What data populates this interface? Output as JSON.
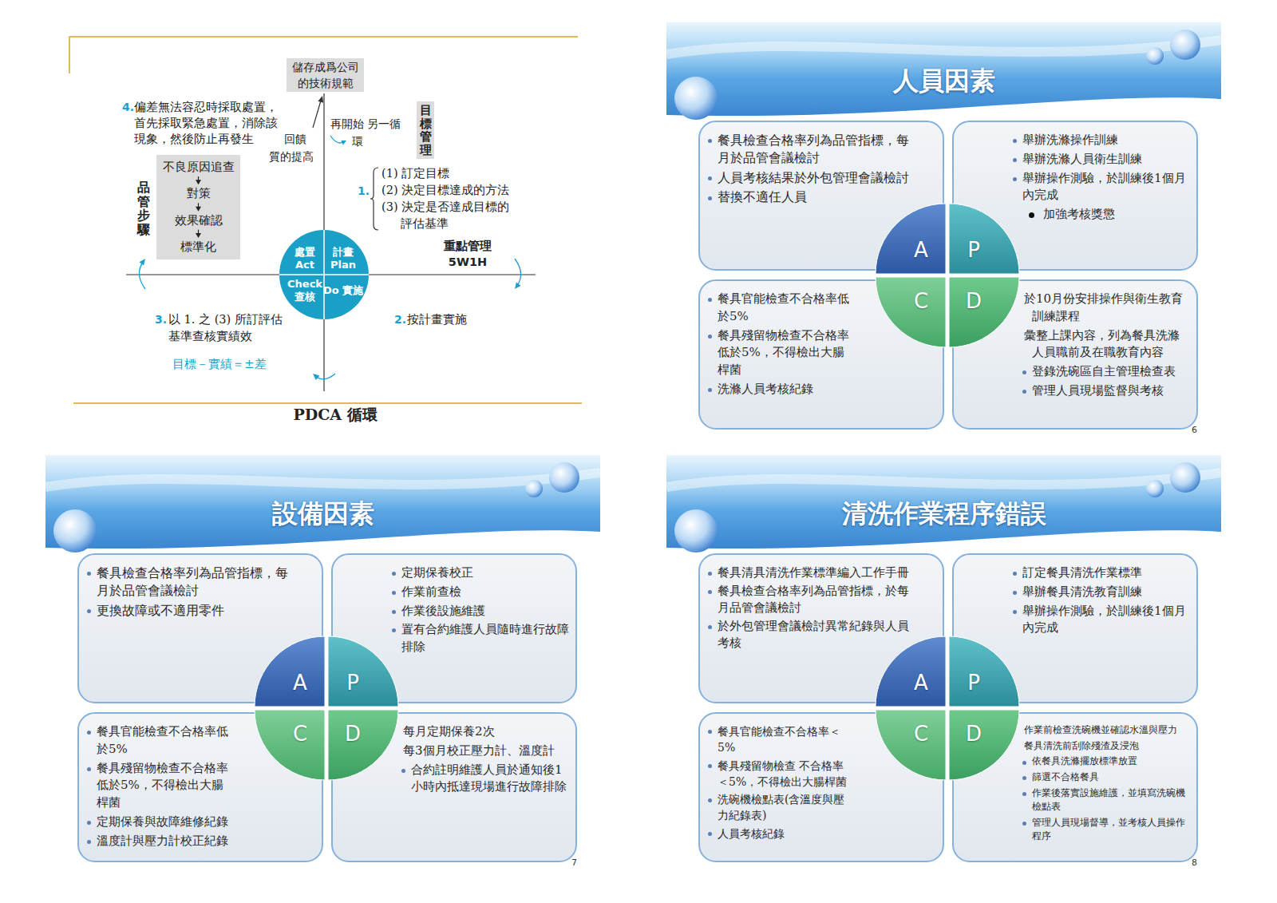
{
  "diagram": {
    "caption": "PDCA 循環",
    "nodes": [
      {
        "text": [
          "儲存成爲公司的技術規範"
        ]
      },
      {
        "text": [
          "目標管理"
        ]
      },
      {
        "text": [
          "不良原因追查",
          "對策",
          "效果確認",
          "標準化"
        ]
      },
      {
        "text": [
          "處置 Act",
          "計畫 Plan",
          "Check 查核",
          "Do 實施"
        ]
      },
      {
        "text": [
          "人員因素"
        ]
      },
      {
        "text": [
          "餐具檢查合格率列為品管指標，每月於品管會議檢討",
          "人員考核結果於外包管理會議檢討",
          "替換不適任人員"
        ]
      },
      {
        "text": [
          "舉辦洗滌操作訓練",
          "舉辦洗滌人員衛生訓練",
          "舉辦操作測驗，於訓練後1個月內完成",
          "加強考核獎懲"
        ]
      },
      {
        "text": [
          "餐具官能檢查不合格率低於5%",
          "餐具殘留物檢查不合格率低於5%，不得檢出大腸桿菌",
          "洗滌人員考核紀錄"
        ]
      },
      {
        "text": [
          "於10月份安排操作與衛生教育訓練課程",
          "彙整上課內容，列為餐具洗滌人員職前及在職教育內容",
          "登錄洗碗區自主管理檢查表",
          "管理人員現場監督與考核"
        ]
      },
      {
        "text": [
          "A"
        ]
      },
      {
        "text": [
          "P"
        ]
      },
      {
        "text": [
          "C"
        ]
      },
      {
        "text": [
          "D"
        ]
      },
      {
        "text": [
          "設備因素"
        ]
      },
      {
        "text": [
          "餐具檢查合格率列為品管指標，每月於品管會議檢討",
          "更換故障或不適用零件"
        ]
      },
      {
        "text": [
          "定期保養校正",
          "作業前查檢",
          "作業後設施維護",
          "置有合約維護人員隨時進行故障排除"
        ]
      },
      {
        "text": [
          "餐具官能檢查不合格率低於5%",
          "餐具殘留物檢查不合格率低於5%，不得檢出大腸桿菌",
          "定期保養與故障維修紀錄",
          "溫度計與壓力計校正紀錄"
        ]
      },
      {
        "text": [
          "每月定期保養2次",
          "每3個月校正壓力計、溫度計",
          "合約註明維護人員於通知後1小時內抵達現場進行故障排除"
        ]
      },
      {
        "text": [
          "A"
        ]
      },
      {
        "text": [
          "P"
        ]
      },
      {
        "text": [
          "C"
        ]
      },
      {
        "text": [
          "D"
        ]
      },
      {
        "text": [
          "清洗作業程序錯誤"
        ]
      },
      {
        "text": [
          "餐具清具清洗作業標準編入工作手冊",
          "餐具檢查合格率列為品管指標，於每月品管會議檢討",
          "於外包管理會議檢討異常紀錄與人員考核"
        ]
      },
      {
        "text": [
          "訂定餐具清洗作業標準",
          "舉辦餐具清洗教育訓練",
          "舉辦操作測驗，於訓練後1個月內完成"
        ]
      },
      {
        "text": [
          "餐具官能檢查不合格率＜5%",
          "餐具殘留物檢查 不合格率＜5%，不得檢出大腸桿菌",
          "洗碗機檢點表(含溫度與壓力紀錄表)",
          "人員考核紀錄"
        ]
      },
      {
        "text": [
          "作業前檢查洗碗機並確認水溫與壓力",
          "餐具清洗前刮除殘渣及浸泡",
          "依餐具洗滌擺放標準放置",
          "篩選不合格餐具",
          "作業後落實設施維護，並填寫洗碗機檢點表",
          "管理人員現場督導，並考核人員操作程序"
        ]
      },
      {
        "text": [
          "A"
        ]
      },
      {
        "text": [
          "P"
        ]
      },
      {
        "text": [
          "C"
        ]
      },
      {
        "text": [
          "D"
        ]
      }
    ],
    "labels": [
      "4.",
      "偏差無法容忍時採取處置，首先採取緊急處置，消除該現象，然後防止再發生",
      "回饋 質的提高",
      "再開始 另一循環",
      "品管步驟",
      "1.",
      "(1) 訂定目標",
      "(2) 決定目標達成的方法",
      "(3) 決定是否達成目標的評估基準",
      "重點管理 5W1H",
      "3.",
      "以 1. 之 (3) 所訂評估基準查核實績效",
      "目標－實績＝±差",
      "2.",
      "按計畫實施",
      "6",
      "7",
      "8"
    ]
  }
}
